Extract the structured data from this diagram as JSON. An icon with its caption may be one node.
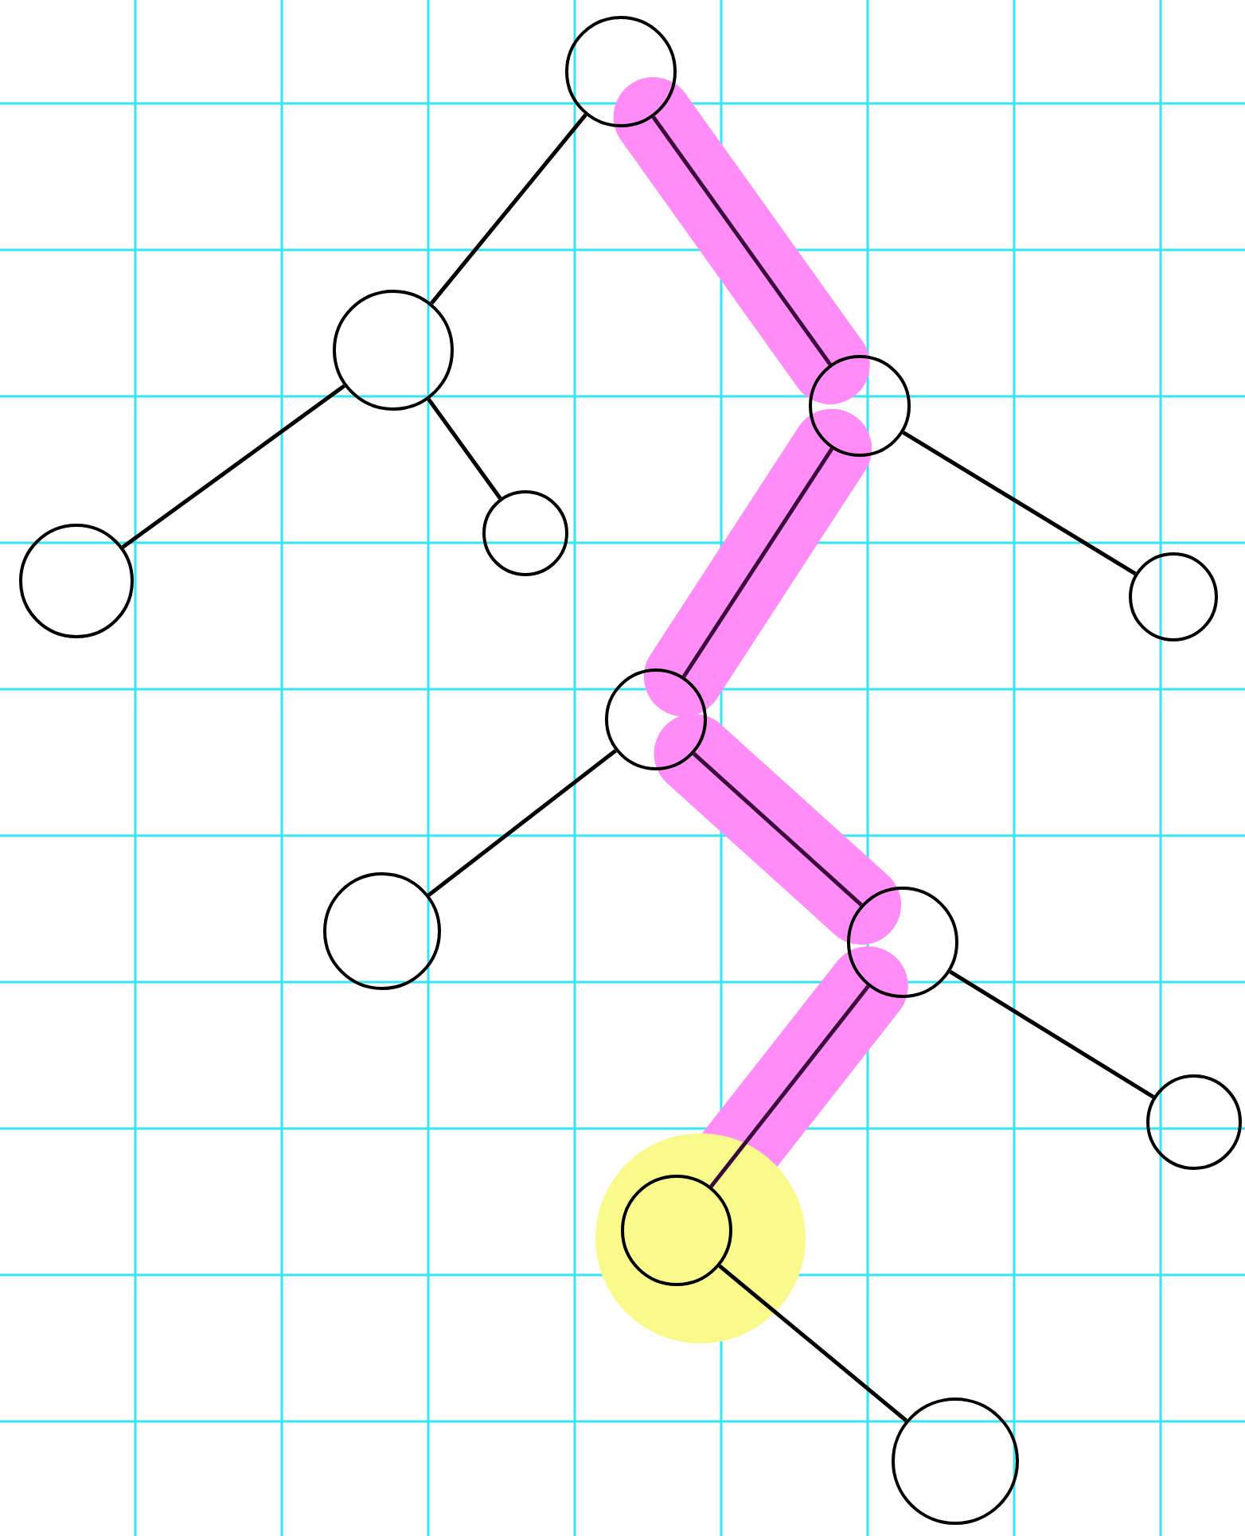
{
  "diagram": {
    "nodes": [
      {
        "text": [],
        "shape": "circle"
      },
      {
        "text": [],
        "shape": "circle"
      },
      {
        "text": [],
        "shape": "circle"
      },
      {
        "text": [],
        "shape": "circle"
      },
      {
        "text": [],
        "shape": "circle"
      },
      {
        "text": [],
        "shape": "circle"
      },
      {
        "text": [],
        "shape": "circle"
      },
      {
        "text": [],
        "shape": "circle"
      },
      {
        "text": [],
        "shape": "circle"
      },
      {
        "text": [],
        "shape": "circle"
      },
      {
        "text": [],
        "shape": "circle"
      },
      {
        "text": [],
        "shape": "circle"
      }
    ],
    "edges": [
      {
        "from": 0,
        "to": 1,
        "arrow": "none"
      },
      {
        "from": 0,
        "to": 2,
        "arrow": "none",
        "style": "thick",
        "color": "#ff8cf7"
      },
      {
        "from": 1,
        "to": 3,
        "arrow": "none"
      },
      {
        "from": 1,
        "to": 4,
        "arrow": "none"
      },
      {
        "from": 2,
        "to": 6,
        "arrow": "none",
        "style": "thick",
        "color": "#ff8cf7"
      },
      {
        "from": 2,
        "to": 5,
        "arrow": "none"
      },
      {
        "from": 6,
        "to": 7,
        "arrow": "none"
      },
      {
        "from": 6,
        "to": 8,
        "arrow": "none",
        "style": "thick",
        "color": "#ff8cf7"
      },
      {
        "from": 8,
        "to": 10,
        "arrow": "none",
        "style": "thick",
        "color": "#ff8cf7"
      },
      {
        "from": 8,
        "to": 9,
        "arrow": "none"
      },
      {
        "from": 10,
        "to": 11,
        "arrow": "none"
      }
    ]
  }
}
